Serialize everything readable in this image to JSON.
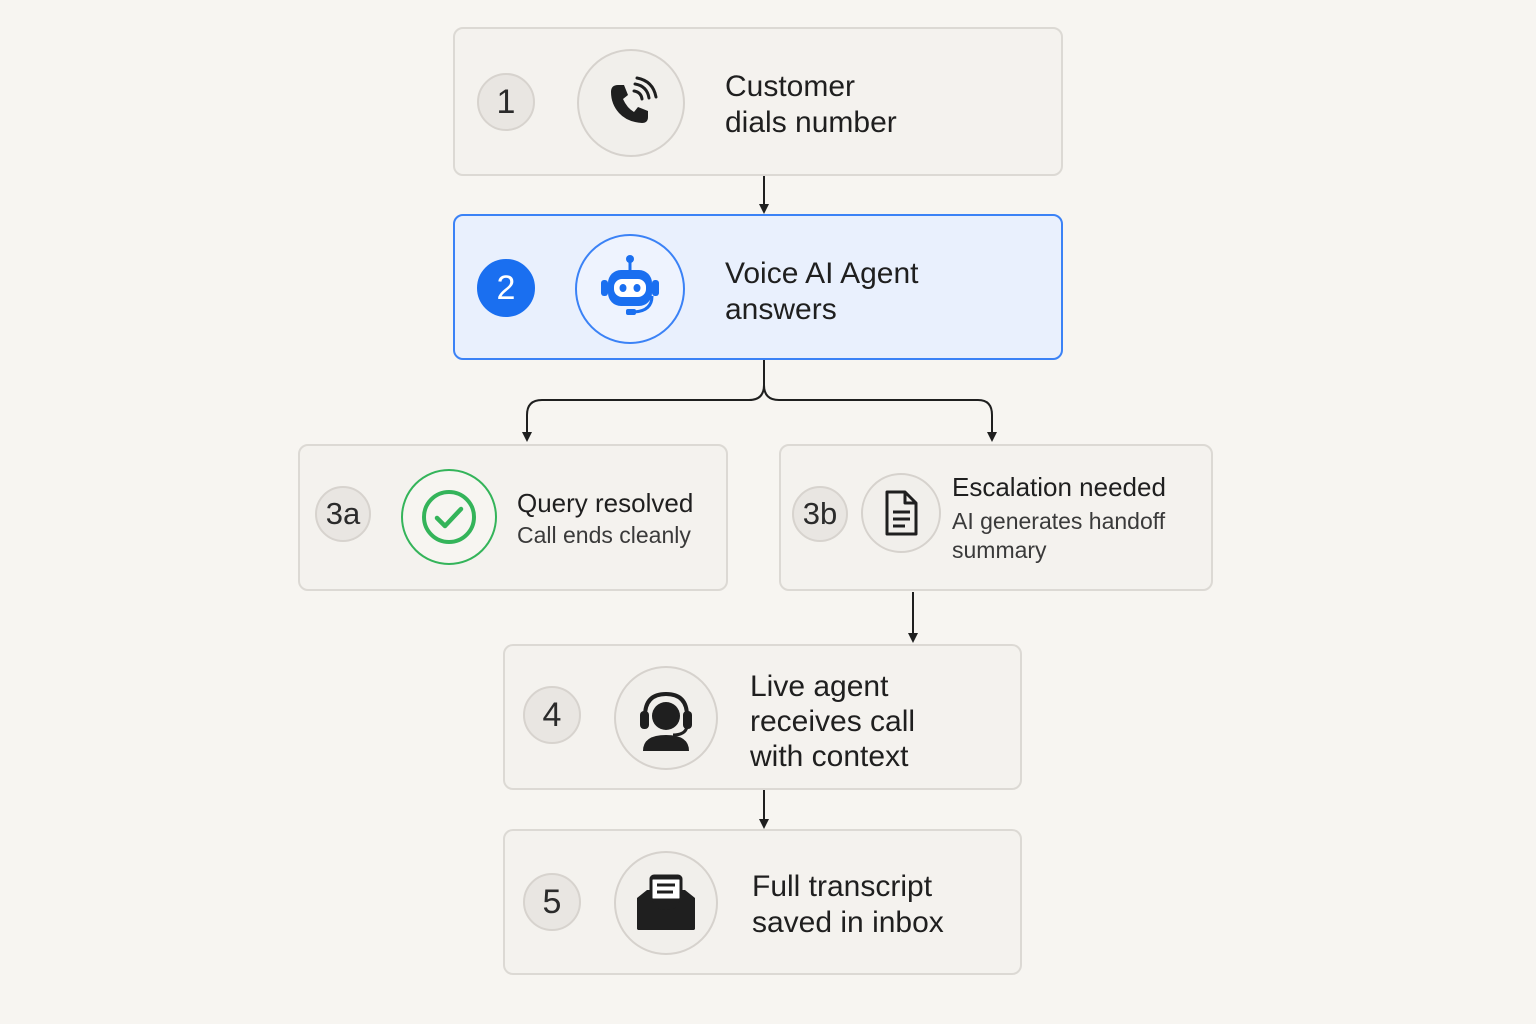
{
  "steps": [
    {
      "badge": "1",
      "line1": "Customer",
      "line2": "dials number",
      "icon": "phone-ringing-icon"
    },
    {
      "badge": "2",
      "line1": "Voice AI Agent",
      "line2": "answers",
      "icon": "robot-headset-icon"
    },
    {
      "badge": "3a",
      "title": "Query resolved",
      "subtitle": "Call ends cleanly",
      "icon": "check-circle-icon"
    },
    {
      "badge": "3b",
      "title": "Escalation needed",
      "subtitle_line1": "AI generates handoff",
      "subtitle_line2": "summary",
      "icon": "document-icon"
    },
    {
      "badge": "4",
      "line1": "Live agent",
      "line2": "receives call",
      "line3": "with context",
      "icon": "headset-agent-icon"
    },
    {
      "badge": "5",
      "line1": "Full transcript",
      "line2": "saved in inbox",
      "icon": "inbox-message-icon"
    }
  ],
  "colors": {
    "accent": "#1a6ff0",
    "highlight_border": "#3b82f6",
    "highlight_bg": "#e9f0fd",
    "success": "#34b45a",
    "background": "#f7f5f1"
  }
}
